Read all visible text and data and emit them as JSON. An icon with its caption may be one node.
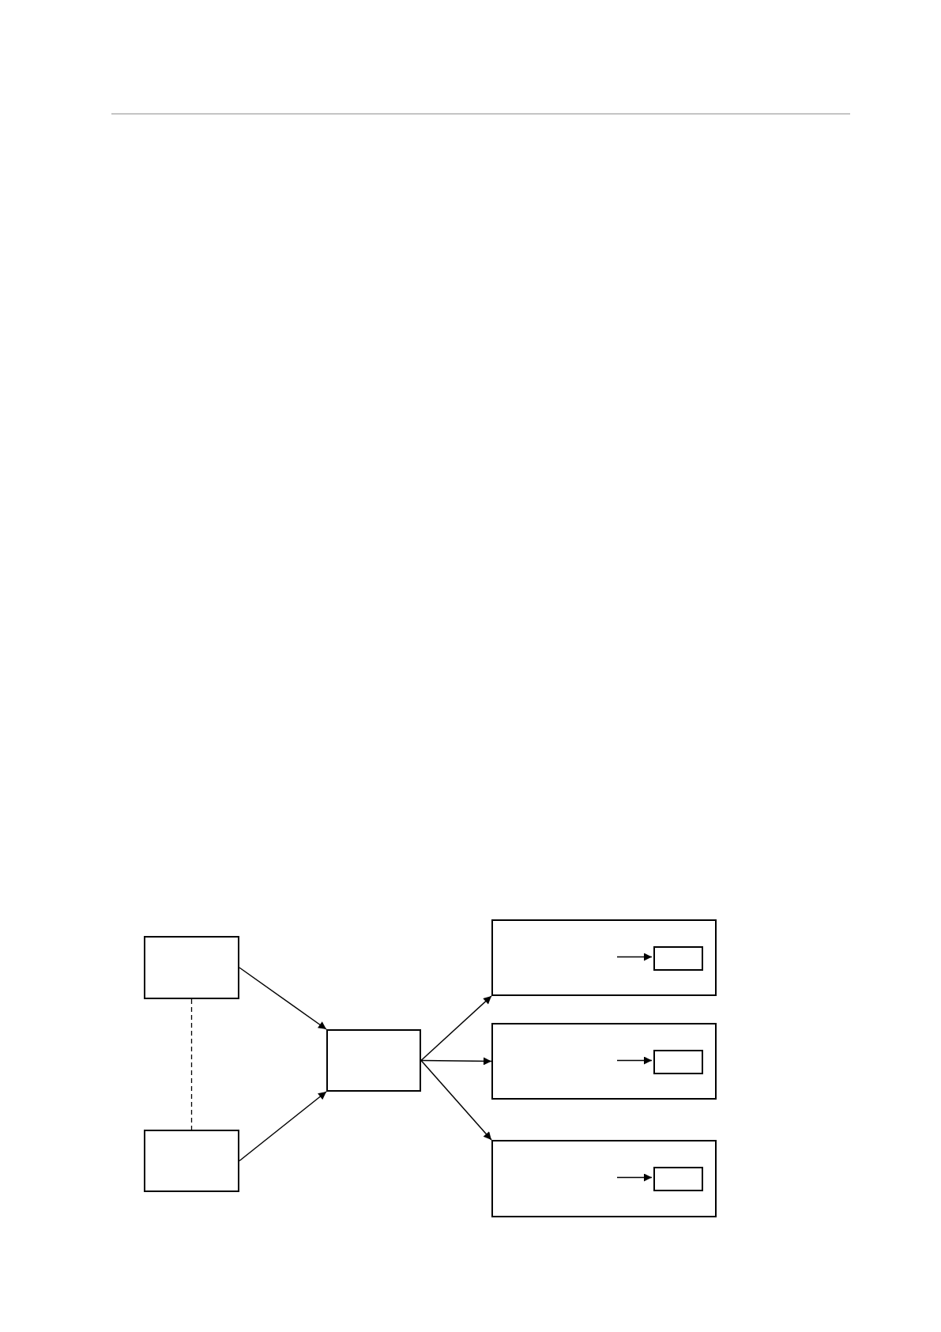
{
  "diagram": {
    "nodes": [
      {
        "text": [],
        "shape": "box"
      },
      {
        "text": [],
        "shape": "box"
      },
      {
        "text": [],
        "shape": "box"
      },
      {
        "text": [],
        "shape": "box"
      },
      {
        "text": [],
        "shape": "box",
        "in": 3
      },
      {
        "text": [],
        "shape": "box"
      },
      {
        "text": [],
        "shape": "box",
        "in": 5
      },
      {
        "text": [],
        "shape": "box"
      },
      {
        "text": [],
        "shape": "box",
        "in": 7
      }
    ],
    "edges": [
      {
        "from": 0,
        "to": 1,
        "arrow": "none",
        "style": "dashed"
      },
      {
        "from": 0,
        "to": 2,
        "arrow": "to"
      },
      {
        "from": 1,
        "to": 2,
        "arrow": "to"
      },
      {
        "from": 2,
        "to": 3,
        "arrow": "to"
      },
      {
        "from": 2,
        "to": 5,
        "arrow": "to"
      },
      {
        "from": 2,
        "to": 7,
        "arrow": "to"
      },
      {
        "from": null,
        "to": 4,
        "arrow": "to"
      },
      {
        "from": null,
        "to": 6,
        "arrow": "to"
      },
      {
        "from": null,
        "to": 8,
        "arrow": "to"
      }
    ]
  }
}
